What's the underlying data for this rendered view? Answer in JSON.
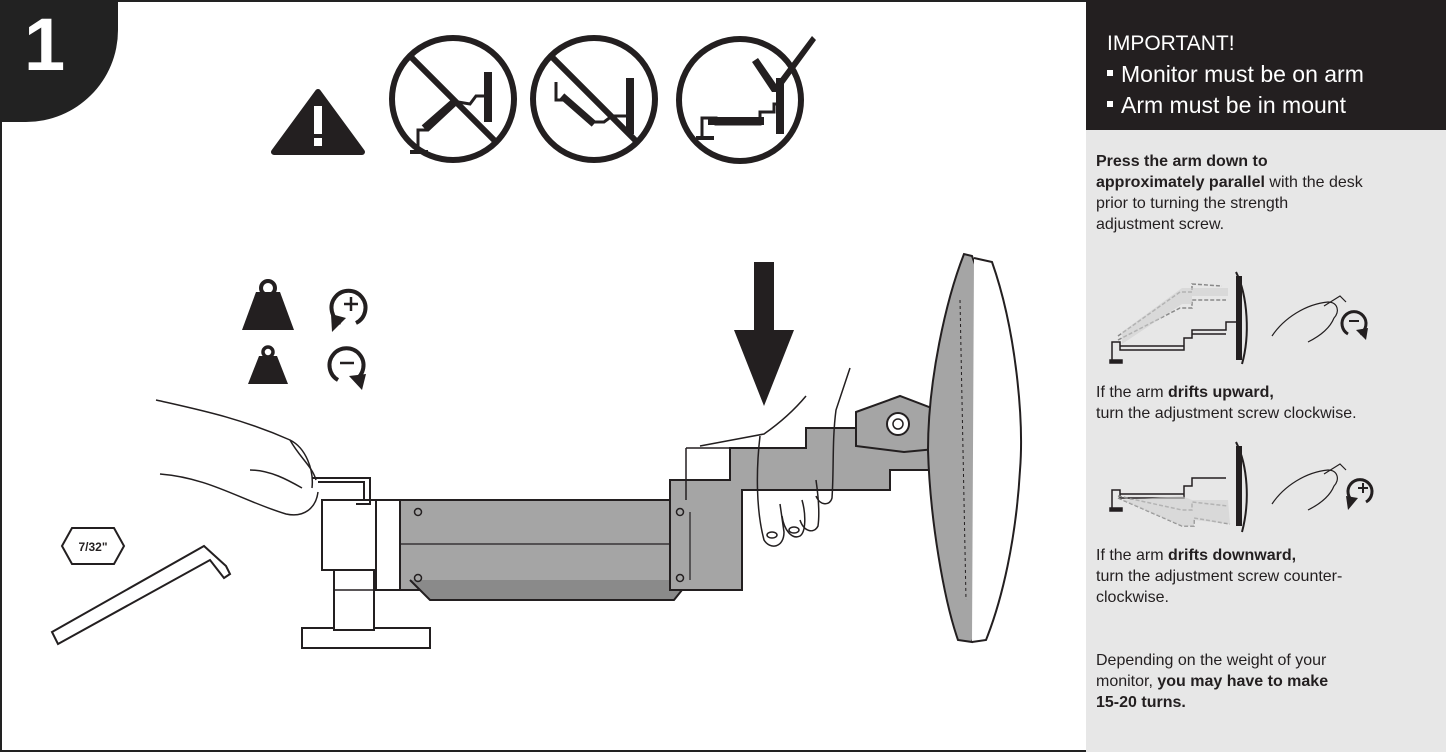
{
  "step": {
    "number": "1"
  },
  "icons": {
    "warning": "warning-triangle-icon",
    "incorrect_1": "prohibited-arm-raised-icon",
    "incorrect_2": "prohibited-arm-lowered-icon",
    "correct": "check-arm-level-icon",
    "heavy": "weight-heavy-icon",
    "light": "weight-light-icon",
    "increase": "rotate-plus-icon",
    "decrease": "rotate-minus-icon",
    "push_down": "down-arrow-icon"
  },
  "tool": {
    "size_label": "7/32\""
  },
  "sidebar": {
    "heading": "IMPORTANT!",
    "bullets": [
      "Monitor must be on arm",
      "Arm must be in mount"
    ],
    "intro": {
      "bold": "Press the arm down to approximately parallel",
      "rest": " with the desk prior to turning the strength adjustment screw."
    },
    "upward": {
      "pre": "If the arm ",
      "bold": "drifts upward,",
      "rest": "turn the adjustment screw clockwise."
    },
    "downward": {
      "pre": "If the arm ",
      "bold": "drifts downward,",
      "rest": "turn the adjustment screw counter-clockwise."
    },
    "weight_note": {
      "pre": "Depending on the weight of your monitor, ",
      "bold": "you may have to make 15-20 turns."
    }
  },
  "colors": {
    "dark": "#231f20",
    "panel": "#e7e7e7",
    "arm": "#9e9e9e"
  }
}
